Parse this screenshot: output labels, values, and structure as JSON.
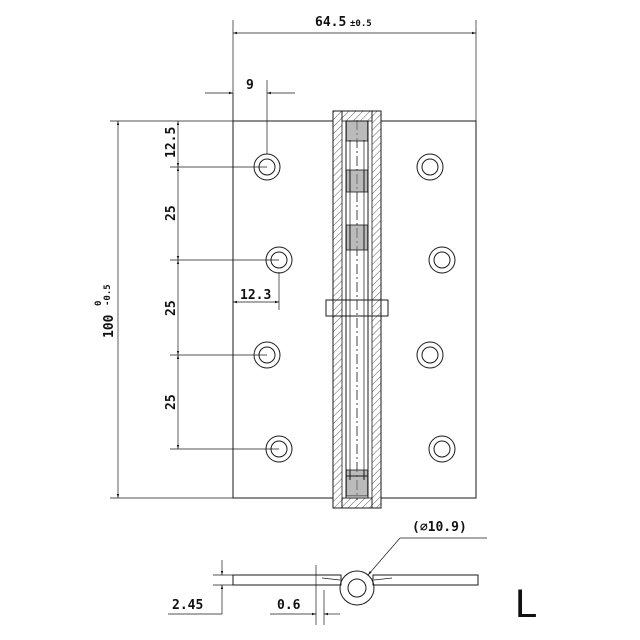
{
  "dims": {
    "width_main": "64.5",
    "width_tol": "±0.5",
    "hole_offset": "9",
    "top_offset": "12.5",
    "pitch_1": "25",
    "pitch_2": "25",
    "pitch_3": "25",
    "hole_dia_pos": "12.3",
    "height_main": "100",
    "height_tol": "-0.5",
    "height_tol_upper": "0",
    "knuckle_dia": "(⌀10.9)",
    "thickness": "2.45",
    "gap": "0.6"
  },
  "side_mark": "L"
}
